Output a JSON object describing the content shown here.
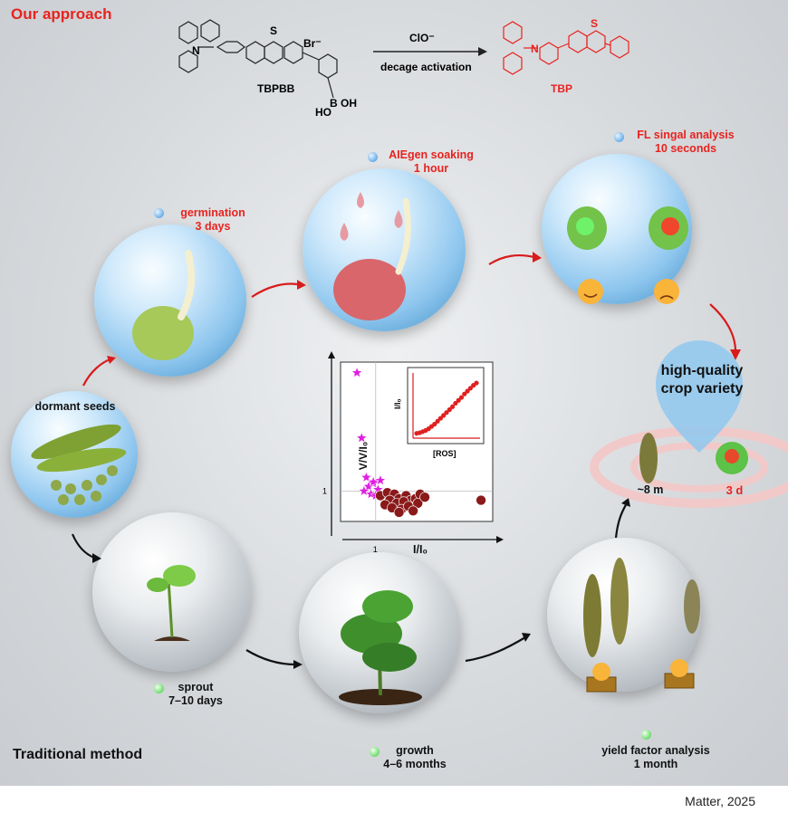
{
  "header": {
    "approach_title": "Our approach",
    "traditional_title": "Traditional method"
  },
  "reaction": {
    "reactant": "TBPBB",
    "product": "TBP",
    "reagent": "ClO⁻",
    "condition": "decage activation",
    "counterion": "Br⁻",
    "substituent_b": "B",
    "substituent_oh1": "OH",
    "substituent_oh2": "HO"
  },
  "steps": {
    "germination": {
      "line1": "germination",
      "line2": "3 days"
    },
    "soaking": {
      "line1": "AIEgen soaking",
      "line2": "1 hour"
    },
    "fl_analysis": {
      "line1": "FL singal analysis",
      "line2": "10 seconds"
    },
    "dormant": {
      "line1": "dormant seeds"
    },
    "sprout": {
      "line1": "sprout",
      "line2": "7–10 days"
    },
    "growth": {
      "line1": "growth",
      "line2": "4–6 months"
    },
    "yield": {
      "line1": "yield factor analysis",
      "line2": "1 month"
    },
    "result": {
      "line1": "high-quality",
      "line2": "crop variety",
      "trad_time": "~8 m",
      "our_time": "3 d"
    }
  },
  "chart_data": {
    "type": "scatter",
    "xlabel": "I/I₀",
    "ylabel": "V/V/I₀",
    "x_tick": "1",
    "y_tick": "1",
    "series": [
      {
        "marker": "star",
        "color": "#e020e0",
        "points": [
          [
            0.92,
            1.78
          ],
          [
            0.94,
            1.35
          ],
          [
            0.96,
            1.09
          ],
          [
            0.99,
            1.05
          ],
          [
            1.02,
            1.07
          ],
          [
            0.97,
            1.03
          ],
          [
            1.01,
            1.01
          ],
          [
            0.95,
            1.0
          ],
          [
            0.98,
            0.98
          ],
          [
            1.0,
            0.97
          ],
          [
            0.99,
            1.06
          ]
        ]
      },
      {
        "marker": "ball",
        "color": "#8a1a1a",
        "points": [
          [
            1.02,
            0.97
          ],
          [
            1.05,
            0.99
          ],
          [
            1.08,
            0.98
          ],
          [
            1.1,
            0.95
          ],
          [
            1.13,
            0.97
          ],
          [
            1.15,
            0.94
          ],
          [
            1.06,
            0.94
          ],
          [
            1.09,
            0.92
          ],
          [
            1.12,
            0.93
          ],
          [
            1.17,
            0.95
          ],
          [
            1.19,
            0.98
          ],
          [
            1.04,
            0.91
          ],
          [
            1.07,
            0.89
          ],
          [
            1.11,
            0.88
          ],
          [
            1.14,
            0.9
          ],
          [
            1.18,
            0.92
          ],
          [
            1.21,
            0.96
          ],
          [
            1.1,
            0.86
          ],
          [
            1.16,
            0.87
          ],
          [
            1.45,
            0.94
          ]
        ]
      }
    ],
    "inset": {
      "xlabel": "[ROS]",
      "ylabel": "I/I₀",
      "curve": [
        0.02,
        0.03,
        0.05,
        0.07,
        0.1,
        0.14,
        0.18,
        0.23,
        0.28,
        0.33,
        0.38,
        0.43,
        0.48,
        0.54,
        0.59,
        0.64,
        0.7,
        0.75,
        0.8,
        0.85,
        0.89
      ]
    }
  },
  "credit": "Matter, 2025"
}
